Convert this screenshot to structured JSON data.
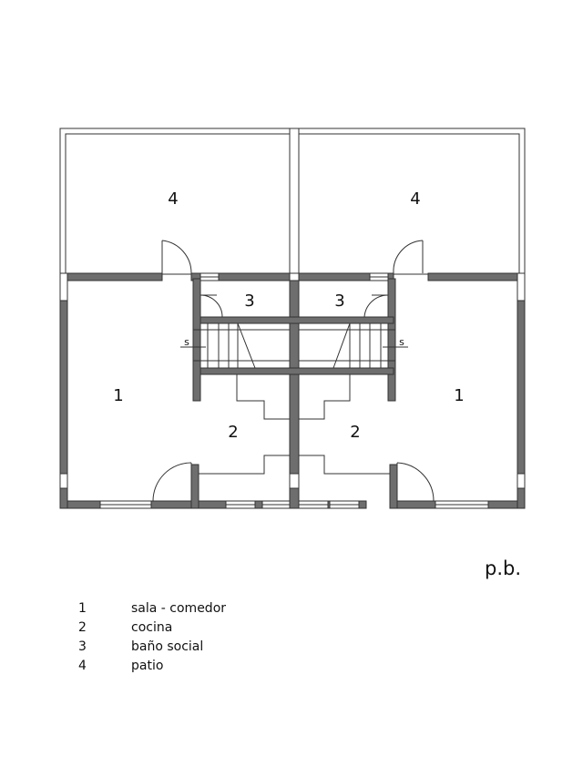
{
  "rooms": {
    "patio_left": "4",
    "patio_right": "4",
    "bath_left": "3",
    "bath_right": "3",
    "living_left": "1",
    "living_right": "1",
    "kitchen_left": "2",
    "kitchen_right": "2"
  },
  "stairs": {
    "left_mark": "s",
    "right_mark": "s"
  },
  "floor_label": "p.b.",
  "legend": [
    {
      "num": "1",
      "text": "sala - comedor"
    },
    {
      "num": "2",
      "text": "cocina"
    },
    {
      "num": "3",
      "text": "baño social"
    },
    {
      "num": "4",
      "text": "patio"
    }
  ]
}
